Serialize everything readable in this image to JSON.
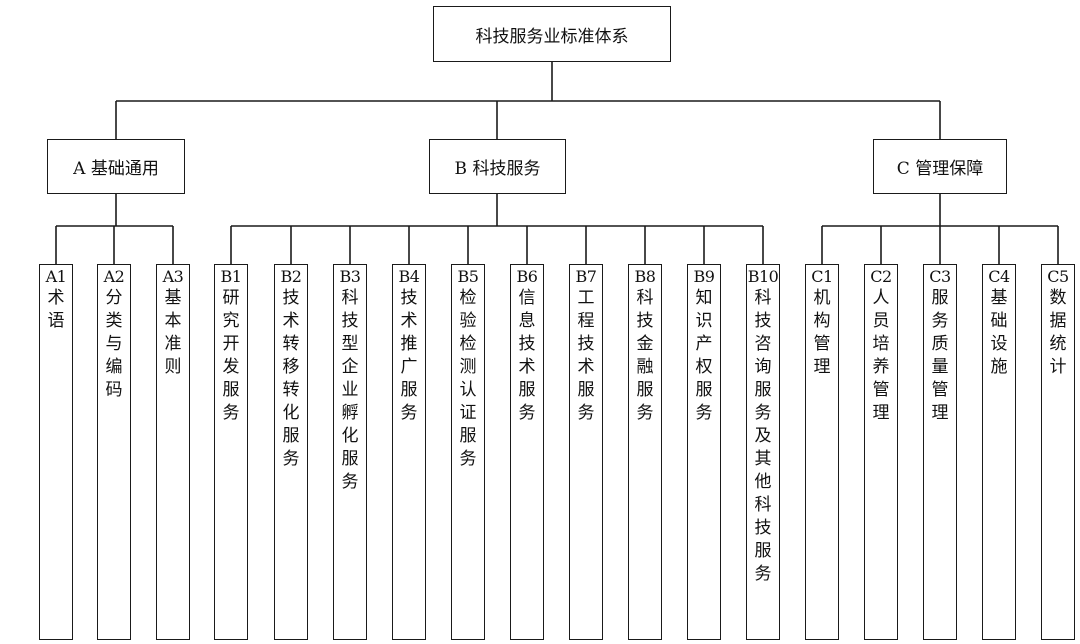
{
  "root": {
    "label": "科技服务业标准体系"
  },
  "categories": [
    {
      "label": "A 基础通用",
      "items": [
        {
          "code": "A1",
          "name": "术语"
        },
        {
          "code": "A2",
          "name": "分类与编码"
        },
        {
          "code": "A3",
          "name": "基本准则"
        }
      ]
    },
    {
      "label": "B 科技服务",
      "items": [
        {
          "code": "B1",
          "name": "研究开发服务"
        },
        {
          "code": "B2",
          "name": "技术转移转化服务"
        },
        {
          "code": "B3",
          "name": "科技型企业孵化服务"
        },
        {
          "code": "B4",
          "name": "技术推广服务"
        },
        {
          "code": "B5",
          "name": "检验检测认证服务"
        },
        {
          "code": "B6",
          "name": "信息技术服务"
        },
        {
          "code": "B7",
          "name": "工程技术服务"
        },
        {
          "code": "B8",
          "name": "科技金融服务"
        },
        {
          "code": "B9",
          "name": "知识产权服务"
        },
        {
          "code": "B10",
          "name": "科技咨询服务及其他科技服务"
        }
      ]
    },
    {
      "label": "C 管理保障",
      "items": [
        {
          "code": "C1",
          "name": "机构管理"
        },
        {
          "code": "C2",
          "name": "人员培养管理"
        },
        {
          "code": "C3",
          "name": "服务质量管理"
        },
        {
          "code": "C4",
          "name": "基础设施"
        },
        {
          "code": "C5",
          "name": "数据统计"
        }
      ]
    }
  ]
}
